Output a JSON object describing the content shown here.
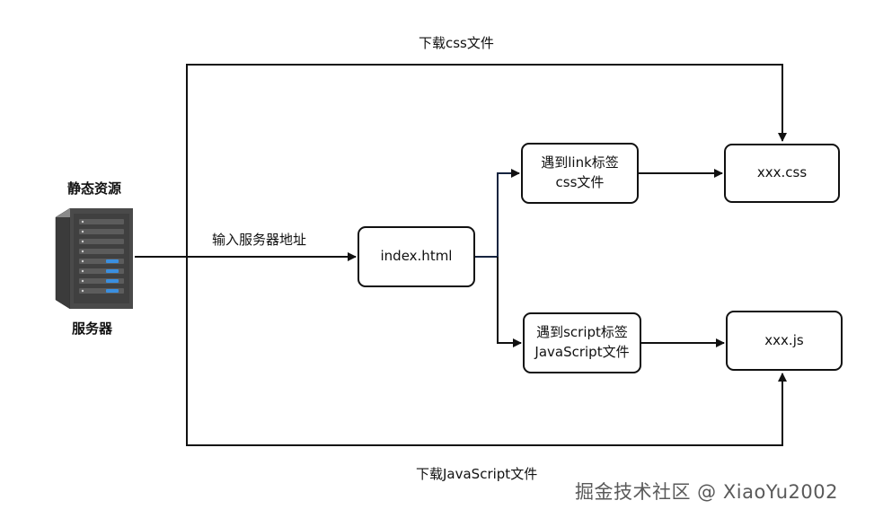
{
  "server": {
    "top_label": "静态资源",
    "bottom_label": "服务器"
  },
  "edges": {
    "input_server_address": "输入服务器地址",
    "download_css": "下载css文件",
    "download_js": "下载JavaScript文件"
  },
  "nodes": {
    "index": "index.html",
    "link_tag_line1": "遇到link标签",
    "link_tag_line2": "css文件",
    "script_tag_line1": "遇到script标签",
    "script_tag_line2": "JavaScript文件",
    "css_file": "xxx.css",
    "js_file": "xxx.js"
  },
  "watermark": "掘金技术社区 @ XiaoYu2002"
}
